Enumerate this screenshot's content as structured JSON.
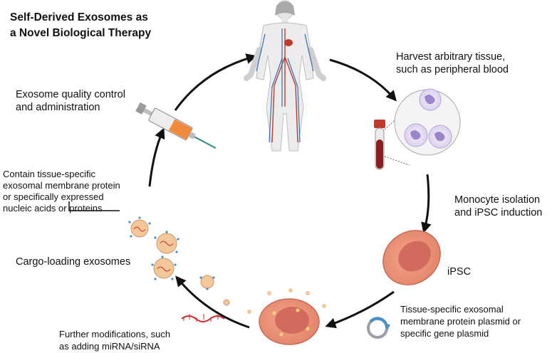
{
  "title_line1": "Self-Derived Exosomes as",
  "title_line2": "a Novel Biological Therapy",
  "steps": {
    "harvest_line1": "Harvest arbitrary tissue,",
    "harvest_line2": "such as peripheral blood",
    "monocyte_line1": "Monocyte isolation",
    "monocyte_line2": "and iPSC induction",
    "ipsc": "iPSC",
    "plasmid_line1": "Tissue-specific exosomal",
    "plasmid_line2": "membrane protein plasmid or",
    "plasmid_line3": "specific gene plasmid",
    "modify_line1": "Further modifications, such",
    "modify_line2": "as adding miRNA/siRNA",
    "cargo": "Cargo-loading exosomes",
    "contain_line1": "Contain tissue-specific",
    "contain_line2": "exosomal membrane protein",
    "contain_line3": "or specifically expressed",
    "contain_line4": "nucleic acids or proteins",
    "qc_line1": "Exosome quality control",
    "qc_line2": "and administration"
  },
  "colors": {
    "arrow": "#111111",
    "cell_outer": "#e8937a",
    "cell_nucleus": "#d26b5e",
    "exosome": "#f3c79a",
    "blood": "#8b1f1f",
    "leukocyte": "#b7a3d9",
    "syringe_fluid": "#f08a3c",
    "rna": "#cc2a2a",
    "plasmid": "#4a90c8"
  }
}
